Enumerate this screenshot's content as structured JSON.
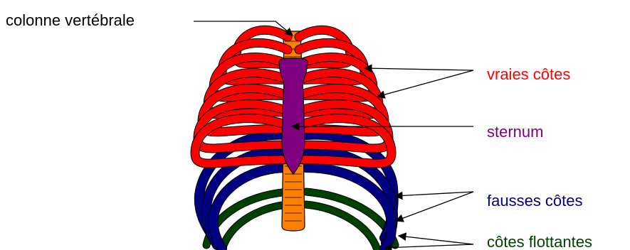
{
  "labels": {
    "spine": "colonne vertébrale",
    "true_ribs": "vraies côtes",
    "sternum": "sternum",
    "false_ribs": "fausses côtes",
    "floating_ribs": "côtes flottantes"
  },
  "colors": {
    "spine": "#ff8000",
    "sternum": "#800080",
    "true_ribs": "#ff0000",
    "false_ribs": "#000080",
    "floating_ribs": "#004000",
    "outline": "#000000",
    "spine_label": "#000000",
    "true_ribs_label": "#ff0000",
    "sternum_label": "#800080",
    "false_ribs_label": "#000080",
    "floating_ribs_label": "#004000"
  }
}
